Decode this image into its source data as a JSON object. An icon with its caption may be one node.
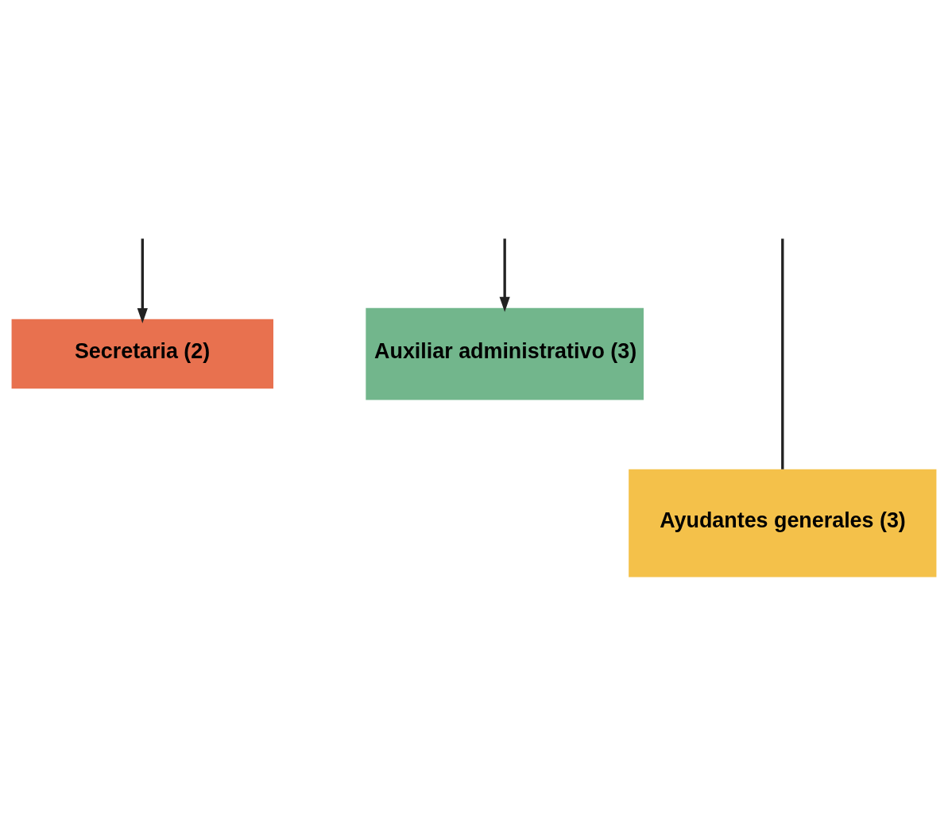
{
  "diagram": {
    "nodes": [
      {
        "text": [
          "Secretaria (2)"
        ]
      },
      {
        "text": [
          "Auxiliar administrativo (3)"
        ]
      },
      {
        "text": [
          "Ayudantes generales (3)"
        ]
      }
    ],
    "edges": [
      {
        "from": null,
        "to": 0,
        "arrow": "to"
      },
      {
        "from": null,
        "to": 1,
        "arrow": "to"
      },
      {
        "from": null,
        "to": 2,
        "arrow": "none"
      }
    ]
  }
}
